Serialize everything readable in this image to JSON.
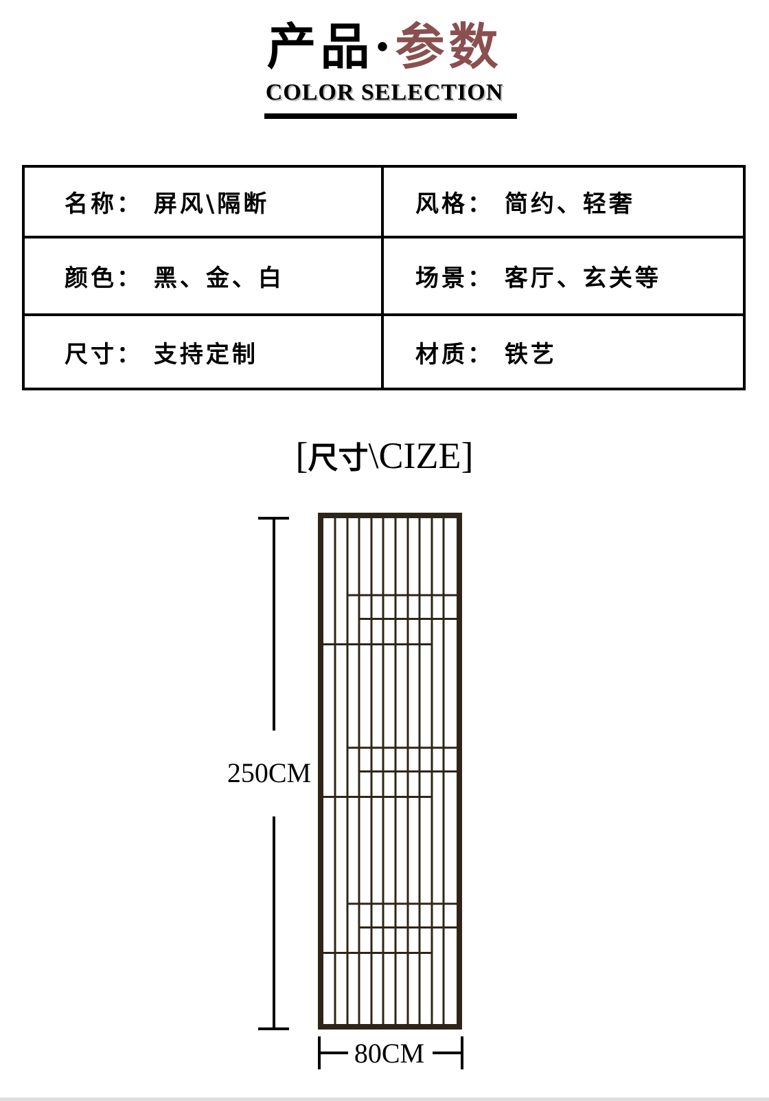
{
  "header": {
    "title_black": "产品·",
    "title_red": "参数",
    "subtitle": "COLOR SELECTION",
    "accent_color": "#8a4f4f"
  },
  "specs": [
    {
      "text": "名称： 屏风\\隔断"
    },
    {
      "text": "风格： 简约、轻奢"
    },
    {
      "text": "颜色： 黑、金、白"
    },
    {
      "text": "场景： 客厅、玄关等"
    },
    {
      "text": "尺寸： 支持定制"
    },
    {
      "text": "材质： 铁艺"
    }
  ],
  "size_section": {
    "open": "[",
    "cn": "尺寸",
    "rest": "\\CIZE]",
    "height_label": "250CM",
    "width_label": "80CM"
  }
}
